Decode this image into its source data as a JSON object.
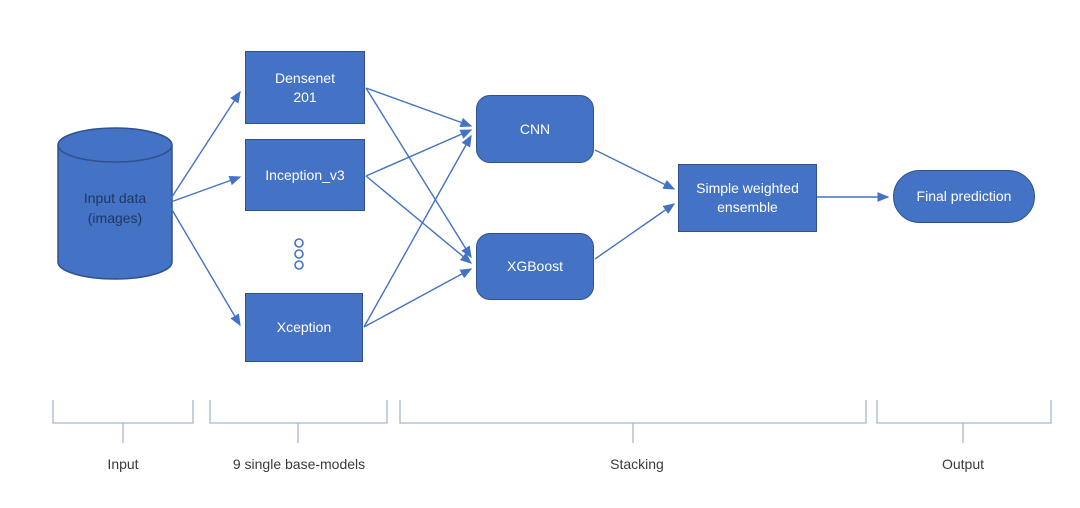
{
  "diagram": {
    "nodes": {
      "input_data": {
        "label": "Input data\n(images)",
        "shape": "cylinder"
      },
      "densenet": {
        "label": "Densenet\n201",
        "shape": "rectangle"
      },
      "inception": {
        "label": "Inception_v3",
        "shape": "rectangle"
      },
      "xception": {
        "label": "Xception",
        "shape": "rectangle"
      },
      "cnn": {
        "label": "CNN",
        "shape": "rounded-rectangle"
      },
      "xgboost": {
        "label": "XGBoost",
        "shape": "rounded-rectangle"
      },
      "ensemble": {
        "label": "Simple weighted\nensemble",
        "shape": "rectangle"
      },
      "final": {
        "label": "Final prediction",
        "shape": "pill"
      }
    },
    "ellipsis_between_models": "more-models-dots-icon",
    "edges": [
      "input_data->densenet",
      "input_data->inception",
      "input_data->xception",
      "densenet->cnn",
      "densenet->xgboost",
      "inception->cnn",
      "inception->xgboost",
      "xception->cnn",
      "xception->xgboost",
      "cnn->ensemble",
      "xgboost->ensemble",
      "ensemble->final"
    ],
    "stage_labels": {
      "input": "Input",
      "base_models": "9 single base-models",
      "stacking": "Stacking",
      "output": "Output"
    },
    "colors": {
      "node_fill": "#4472C4",
      "node_border": "#2F528F",
      "node_text": "#FFFFFF",
      "cylinder_text": "#1F3864",
      "arrow": "#4472C4",
      "bracket": "#A8B7CE",
      "stage_text": "#3A3A3A",
      "background": "#FFFFFF"
    }
  }
}
